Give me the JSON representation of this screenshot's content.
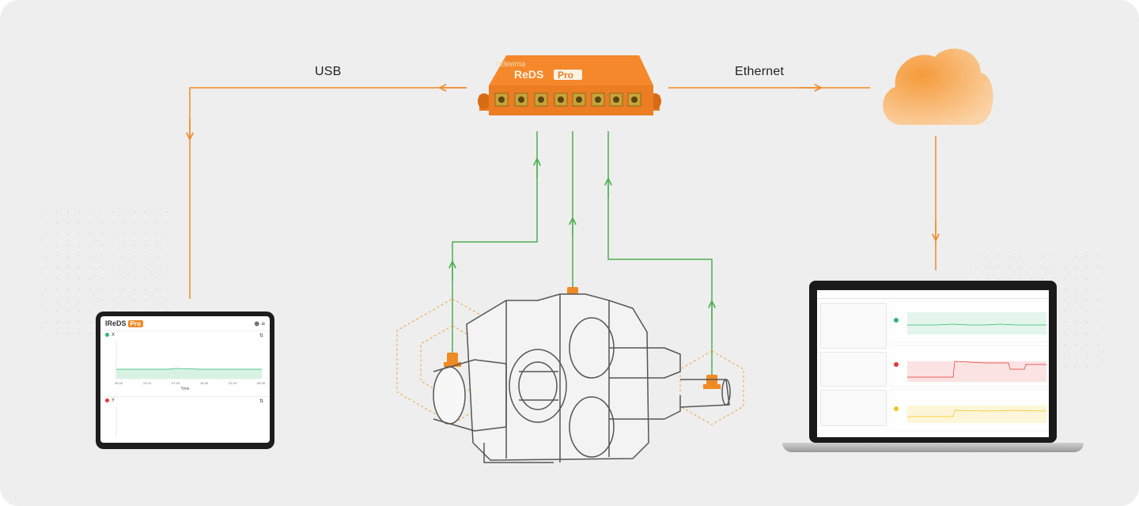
{
  "connections": {
    "usb_label": "USB",
    "ethernet_label": "Ethernet"
  },
  "device": {
    "brand": "Indeema",
    "product": "ReDS",
    "product_badge": "Pro",
    "port_count": 8
  },
  "tablet_app": {
    "logo_text": "IReDS",
    "logo_badge": "Pro",
    "header_icons": [
      "plus-circle-icon",
      "menu-icon"
    ],
    "channels": [
      {
        "name": "X",
        "color": "#2bb673"
      },
      {
        "name": "Y",
        "color": "#e53935"
      }
    ],
    "x_ticks": [
      "05:26",
      "22:03",
      "07:26",
      "16:36",
      "22:25",
      "06:08"
    ],
    "x_axis_label": "Time"
  },
  "colors": {
    "background": "#eeeeee",
    "accent_orange": "#f08a24",
    "signal_green": "#4caf50",
    "sensor_outline": "#f0a040",
    "machine_line": "#555555",
    "cloud": "#f5a34a"
  }
}
